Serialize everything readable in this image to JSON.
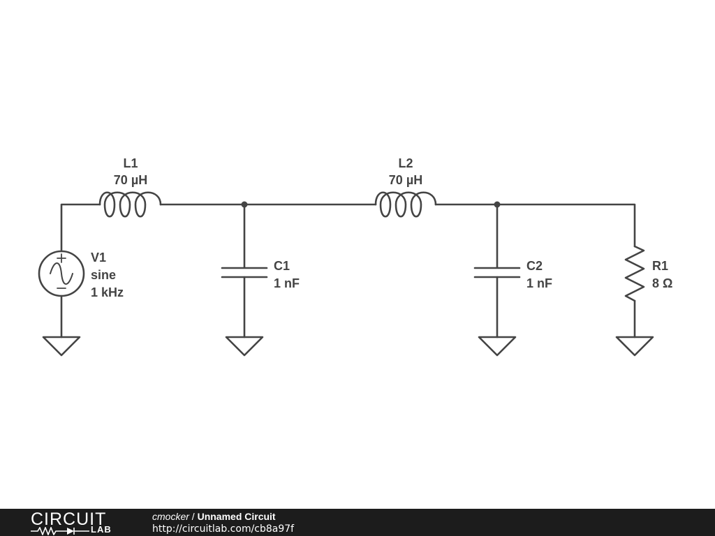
{
  "components": {
    "L1": {
      "name": "L1",
      "value": "70 µH"
    },
    "L2": {
      "name": "L2",
      "value": "70 µH"
    },
    "V1": {
      "name": "V1",
      "type": "sine",
      "value": "1 kHz"
    },
    "C1": {
      "name": "C1",
      "value": "1 nF"
    },
    "C2": {
      "name": "C2",
      "value": "1 nF"
    },
    "R1": {
      "name": "R1",
      "value": "8 Ω"
    }
  },
  "footer": {
    "logo_top": "CIRCUIT",
    "logo_bottom": "LAB",
    "author": "cmocker",
    "separator": " / ",
    "title": "Unnamed Circuit",
    "url": "http://circuitlab.com/cb8a97f"
  },
  "colors": {
    "wire": "#444444",
    "footer_bg": "#1c1c1c"
  }
}
